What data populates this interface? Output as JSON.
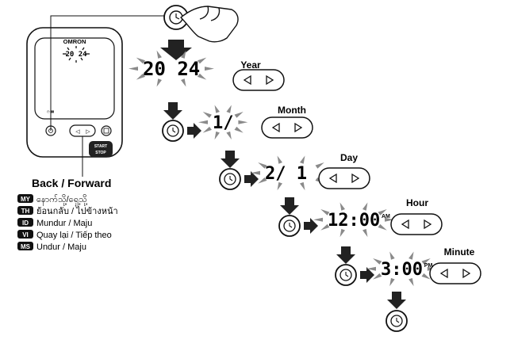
{
  "device": {
    "brand": "OMRON",
    "display_year": "20 24",
    "start_line1": "START",
    "start_line2": "STOP",
    "back_glyph": "◁",
    "forward_glyph": "▷"
  },
  "back_forward": {
    "title": "Back / Forward",
    "translations": [
      {
        "code": "MY",
        "text": "နောက်သို့/ရှေ့သို့"
      },
      {
        "code": "TH",
        "text": "ย้อนกลับ / ไปข้างหน้า"
      },
      {
        "code": "ID",
        "text": "Mundur / Maju"
      },
      {
        "code": "VI",
        "text": "Quay lại / Tiếp theo"
      },
      {
        "code": "MS",
        "text": "Undur / Maju"
      }
    ]
  },
  "steps": [
    {
      "label": "Year",
      "display": "20 24",
      "suffix": ""
    },
    {
      "label": "Month",
      "display": "1/",
      "suffix": ""
    },
    {
      "label": "Day",
      "display": "2/  1",
      "suffix": ""
    },
    {
      "label": "Hour",
      "display": "12:00",
      "suffix": "AM"
    },
    {
      "label": "Minute",
      "display": "3:00",
      "suffix": "PM"
    }
  ],
  "icons": {
    "clock": "clock-icon",
    "back": "left-triangle-icon",
    "forward": "right-triangle-icon",
    "arrow": "arrow-icon",
    "hand": "pointing-hand-icon"
  },
  "colors": {
    "ink": "#111111",
    "gray": "#7a7a7a",
    "light": "#bdbdbd"
  }
}
